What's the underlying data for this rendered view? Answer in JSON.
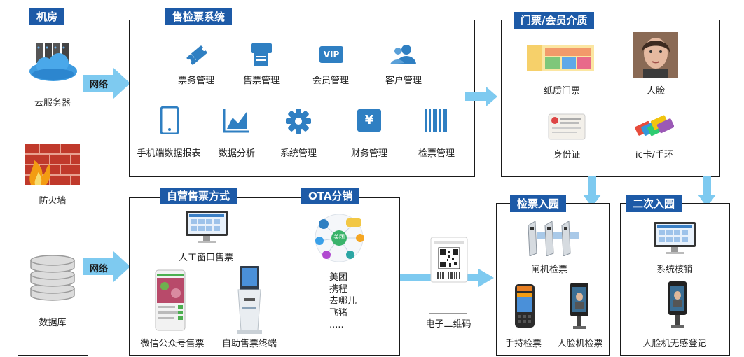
{
  "left": {
    "title": "机房",
    "items": [
      "云服务器",
      "防火墙",
      "数据库"
    ]
  },
  "network_label_1": "网络",
  "network_label_2": "网络",
  "ticket_system": {
    "title": "售检票系统",
    "modules": [
      "票务管理",
      "售票管理",
      "会员管理",
      "客户管理",
      "手机端数据报表",
      "数据分析",
      "系统管理",
      "财务管理",
      "检票管理"
    ],
    "vip_badge": "VIP",
    "yen_symbol": "¥"
  },
  "media": {
    "title": "门票/会员介质",
    "items": [
      "纸质门票",
      "人脸",
      "身份证",
      "ic卡/手环"
    ]
  },
  "self_sale": {
    "title": "自营售票方式",
    "items": [
      "人工窗口售票",
      "微信公众号售票",
      "自助售票终端"
    ]
  },
  "ota": {
    "title": "OTA分销",
    "channels": [
      "美团",
      "携程",
      "去哪儿",
      "飞猪",
      "....."
    ],
    "center_label": "美团"
  },
  "qr": {
    "label": "电子二维码"
  },
  "checkin": {
    "title": "检票入园",
    "items": [
      "闸机检票",
      "手持检票",
      "人脸机检票"
    ]
  },
  "second": {
    "title": "二次入园",
    "items": [
      "系统核销",
      "人脸机无感登记"
    ]
  },
  "colors": {
    "accent": "#1d5aa7",
    "arrow": "#7ecaf0",
    "icon": "#2f7fc2"
  }
}
